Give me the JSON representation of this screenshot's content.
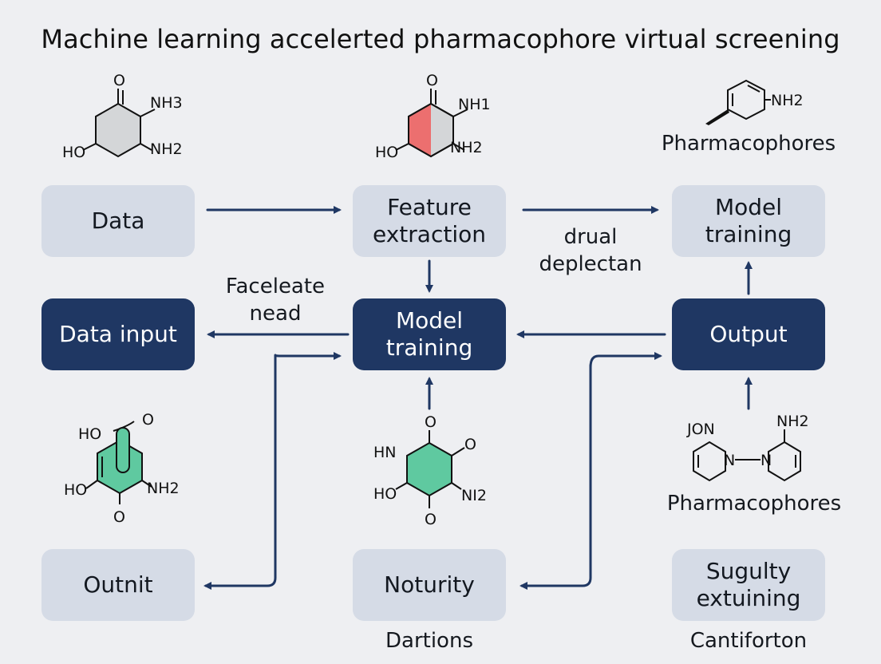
{
  "title": "Machine learning accelerted pharmacophore virtual screening",
  "colors": {
    "background": "#eeeff2",
    "box_light": "#d5dbe6",
    "box_dark": "#1f3763",
    "arrow": "#1f3763",
    "ring_red": "#ec6f6f",
    "ring_green": "#5fc9a0",
    "ring_gray": "#d4d6d8"
  },
  "nodes": {
    "data": "Data",
    "feature_extraction": "Feature extraction",
    "model_training_top": "Model training",
    "data_input": "Data input",
    "model_training_center": "Model training",
    "output": "Output",
    "outnit": "Outnit",
    "noturity": "Noturity",
    "sugulty_extuining": "Sugulty extuining"
  },
  "labels": {
    "drual_deplectan": "drual deplectan",
    "faceleate_nead": "Faceleate nead",
    "pharmacophores_top": "Pharmacophores",
    "pharmacophores_mid": "Pharmacophores",
    "dartions": "Dartions",
    "cantiforton": "Cantiforton"
  },
  "molecules": {
    "mol1": {
      "o": "O",
      "nh3": "NH3",
      "ho": "HO",
      "nh2": "NH2"
    },
    "mol2": {
      "o": "O",
      "nh1": "NH1",
      "ho": "HO",
      "nh2": "NH2"
    },
    "mol3": {
      "nh2": "NH2"
    },
    "mol4": {
      "ho_top": "HO",
      "o_top": "O",
      "ho_bottom": "HO",
      "nh2": "NH2",
      "o_bottom": "O"
    },
    "mol5": {
      "o_top": "O",
      "hn": "HN",
      "o_right": "O",
      "ho": "HO",
      "ni2": "NI2",
      "o_bottom": "O"
    },
    "mol6": {
      "jon": "JON",
      "n_left": "N",
      "n_right": "N",
      "nh2": "NH2"
    }
  }
}
